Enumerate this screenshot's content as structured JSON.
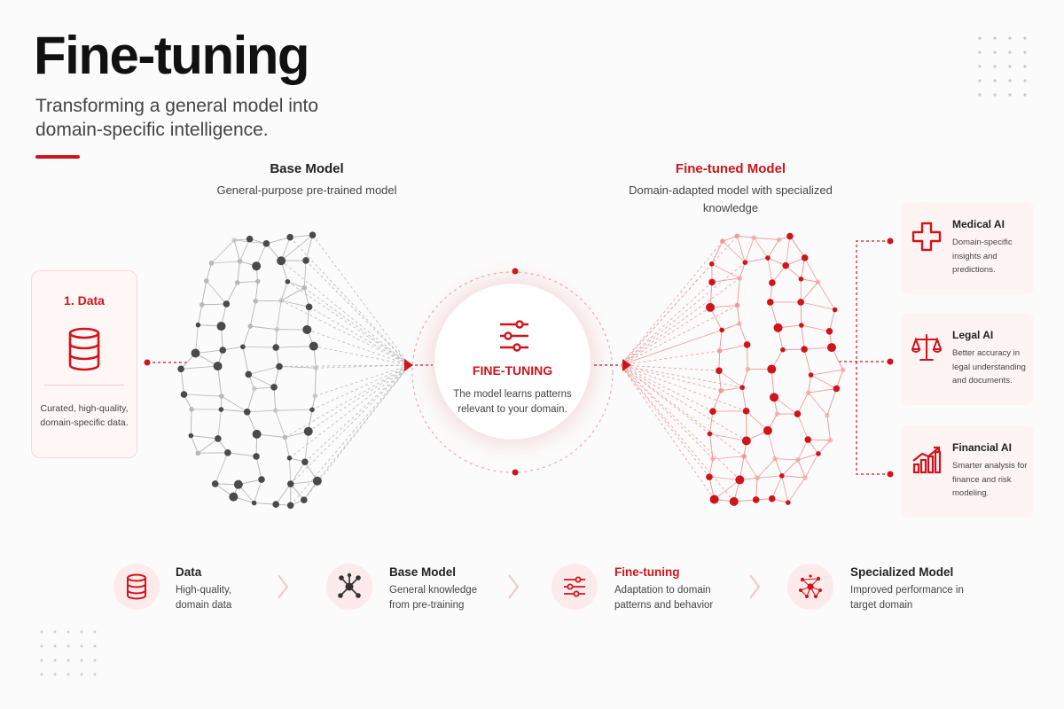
{
  "header": {
    "title": "Fine-tuning",
    "subtitle": "Transforming a general model into domain-specific intelligence."
  },
  "base_model": {
    "title": "Base Model",
    "subtitle": "General-purpose pre-trained model"
  },
  "finetuned_model": {
    "title": "Fine-tuned Model",
    "subtitle": "Domain-adapted model with specialized knowledge"
  },
  "data_card": {
    "label": "1. Data",
    "icon": "database-icon",
    "description": "Curated, high-quality, domain-specific data."
  },
  "center": {
    "icon": "sliders-icon",
    "title": "FINE-TUNING",
    "description": "The model learns patterns relevant to your domain."
  },
  "applications": [
    {
      "title": "Medical AI",
      "description": "Domain-specific insights and predictions.",
      "icon": "medical-cross-icon"
    },
    {
      "title": "Legal AI",
      "description": "Better accuracy in legal understanding and documents.",
      "icon": "scales-icon"
    },
    {
      "title": "Financial AI",
      "description": "Smarter analysis for finance and risk modeling.",
      "icon": "bar-chart-icon"
    }
  ],
  "steps": [
    {
      "title": "Data",
      "description": "High-quality, domain data",
      "icon": "database-icon"
    },
    {
      "title": "Base Model",
      "description": "General knowledge from pre-training",
      "icon": "network-icon"
    },
    {
      "title": "Fine-tuning",
      "description": "Adaptation to domain patterns and behavior",
      "icon": "sliders-icon"
    },
    {
      "title": "Specialized Model",
      "description": "Improved performance in target domain",
      "icon": "red-network-icon"
    }
  ],
  "colors": {
    "accent": "#d0141b",
    "gray_node": "#444444",
    "light_bg": "#fff4f4"
  }
}
